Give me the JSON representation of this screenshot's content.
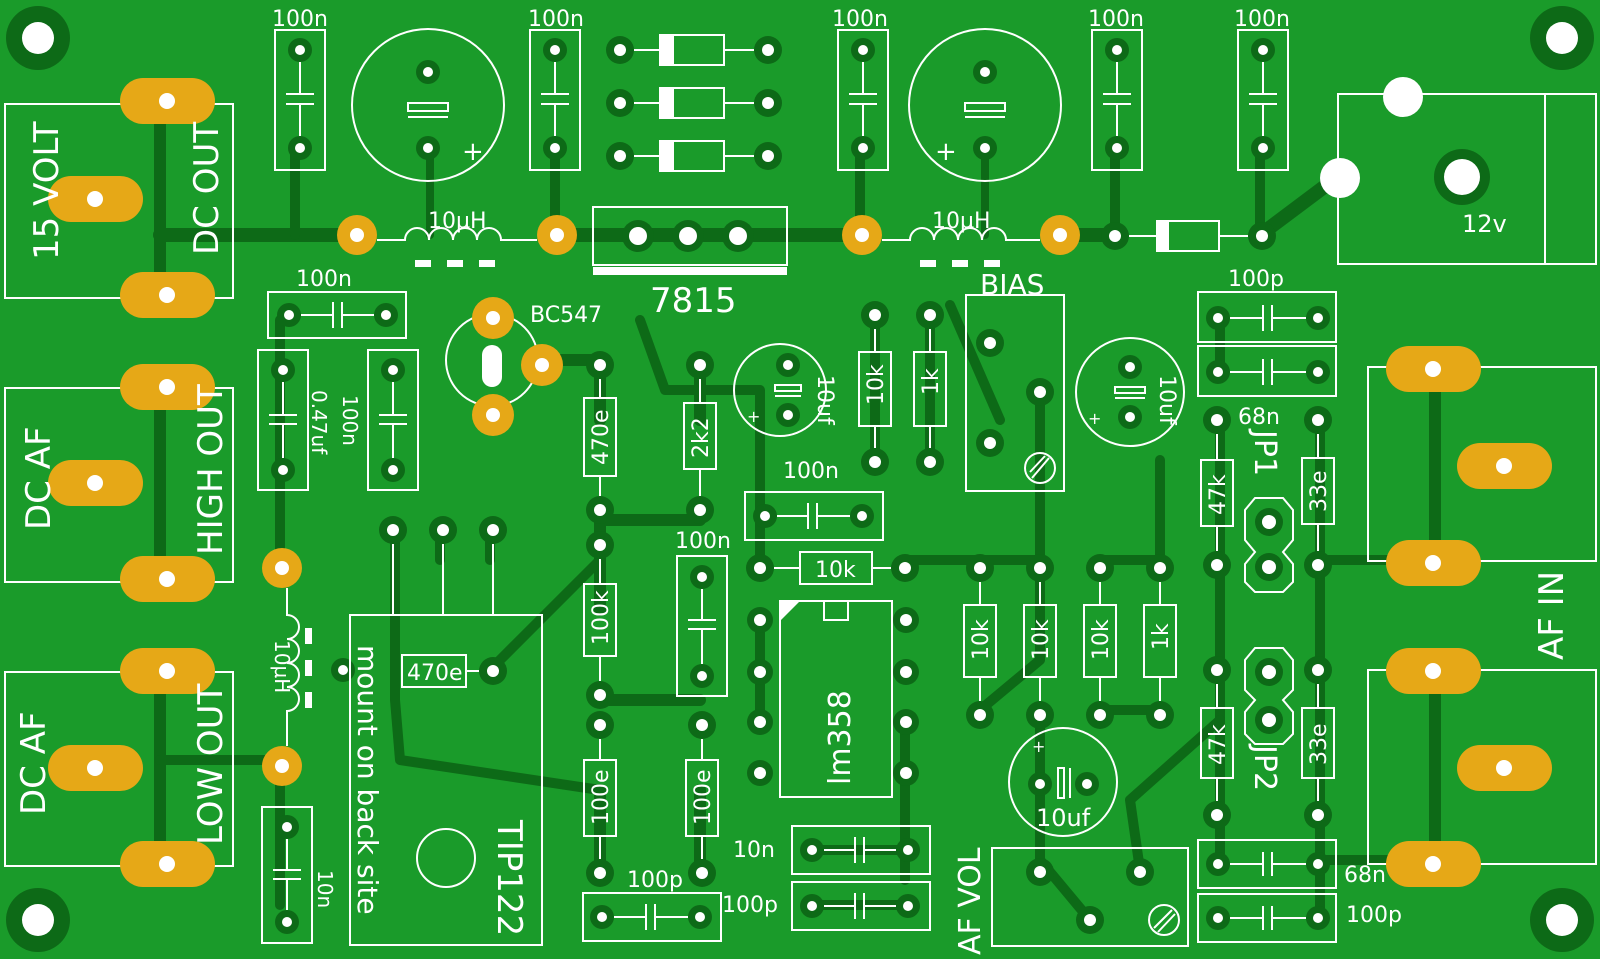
{
  "board": {
    "background": "#1a9b2a",
    "trace_color": "#0d6a17",
    "pad_color": "#e6a817",
    "silk_color": "#ffffff"
  },
  "labels": {
    "cap_100n_1": "100n",
    "cap_100n_2": "100n",
    "cap_100n_3": "100n",
    "cap_100n_4": "100n",
    "cap_100n_5": "100n",
    "ind_10uh_1": "10µH",
    "ind_10uh_2": "10µH",
    "ind_10uh_3": "10µH",
    "regulator": "7815",
    "bias": "BIAS",
    "transistor": "BC547",
    "cap_100n_left": "100n",
    "cap_047uf": "0.47uf",
    "cap_100n_vert": "100n",
    "r_470e_1": "470e",
    "r_2k2": "2k2",
    "cap_10uf_1": "10uf",
    "r_10k_1": "10k",
    "r_1k_1": "1k",
    "cap_10uf_2": "10uf",
    "cap_100p_1": "100p",
    "r_68n_1": "68n",
    "jp1": "JP1",
    "r_47k_1": "47k",
    "r_33e_1": "33e",
    "cap_100n_mid": "100n",
    "cap_100n_mid2": "100n",
    "r_100k": "100k",
    "r_10k_2": "10k",
    "ic": "lm358",
    "r_10k_3": "10k",
    "r_10k_4": "10k",
    "r_10k_5": "10k",
    "r_1k_2": "1k",
    "r_470e_2": "470e",
    "mount_note": "mount on back site",
    "tip122": "TIP122",
    "r_100e_1": "100e",
    "r_100e_2": "100e",
    "cap_100p_2": "100p",
    "cap_100p_3": "100p",
    "cap_10n_1": "10n",
    "cap_10uf_3": "10uf",
    "af_vol": "AF VOL",
    "r_47k_2": "47k",
    "jp2": "JP2",
    "r_33e_2": "33e",
    "r_68n_2": "68n",
    "cap_100p_4": "100p",
    "cap_10n_2": "10n",
    "conn_15volt": "15 VOLT",
    "conn_dcout": "DC OUT",
    "conn_dcaf1": "DC AF",
    "conn_highout": "HIGH OUT",
    "conn_dcaf2": "DC AF",
    "conn_lowout": "LOW OUT",
    "conn_12v": "12v",
    "conn_afin": "AF IN"
  }
}
